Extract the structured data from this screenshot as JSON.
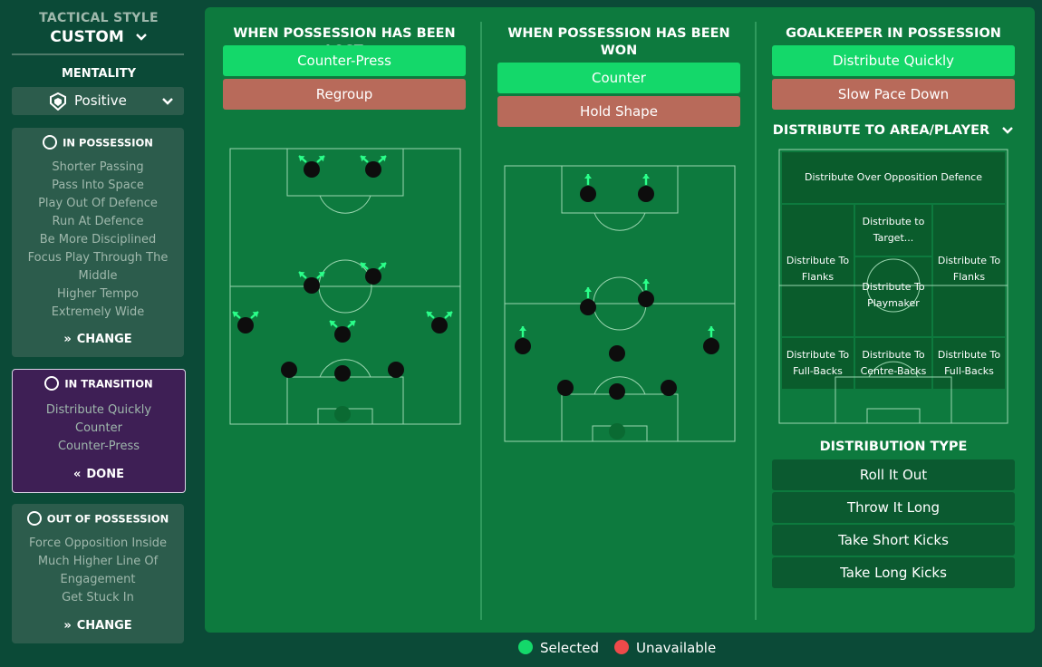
{
  "sidebar": {
    "tactical_style_label": "TACTICAL STYLE",
    "tactical_style_value": "CUSTOM",
    "mentality_label": "MENTALITY",
    "mentality_value": "Positive",
    "in_possession": {
      "title": "IN POSSESSION",
      "items": [
        "Shorter Passing",
        "Pass Into Space",
        "Play Out Of Defence",
        "Run At Defence",
        "Be More Disciplined",
        "Focus Play Through The",
        "Middle",
        "Higher Tempo",
        "Extremely Wide"
      ],
      "action": "CHANGE"
    },
    "in_transition": {
      "title": "IN TRANSITION",
      "items": [
        "Distribute Quickly",
        "Counter",
        "Counter-Press"
      ],
      "action": "DONE"
    },
    "out_of_possession": {
      "title": "OUT OF POSSESSION",
      "items": [
        "Force Opposition Inside",
        "Much Higher Line Of",
        "Engagement",
        "Get Stuck In"
      ],
      "action": "CHANGE"
    }
  },
  "lost": {
    "title": "WHEN POSSESSION HAS BEEN LOST",
    "options": [
      "Counter-Press",
      "Regroup"
    ]
  },
  "won": {
    "title_line1": "WHEN POSSESSION HAS BEEN",
    "title_line2": "WON",
    "options": [
      "Counter",
      "Hold Shape"
    ]
  },
  "goalkeeper": {
    "title": "GOALKEEPER IN POSSESSION",
    "options": [
      "Distribute Quickly",
      "Slow Pace Down"
    ],
    "distribute_title": "DISTRIBUTE TO AREA/PLAYER",
    "areas": {
      "over_defence": "Distribute Over Opposition Defence",
      "target_line1": "Distribute to",
      "target_line2": "Target...",
      "flanks_left_1": "Distribute To",
      "flanks_left_2": "Flanks",
      "flanks_right_1": "Distribute To",
      "flanks_right_2": "Flanks",
      "playmaker_1": "Distribute To",
      "playmaker_2": "Playmaker",
      "fullbacks_left_1": "Distribute To",
      "fullbacks_left_2": "Full-Backs",
      "centrebacks_1": "Distribute To",
      "centrebacks_2": "Centre-Backs",
      "fullbacks_right_1": "Distribute To",
      "fullbacks_right_2": "Full-Backs"
    },
    "distribution_type_title": "DISTRIBUTION TYPE",
    "distribution_types": [
      "Roll It Out",
      "Throw It Long",
      "Take Short Kicks",
      "Take Long Kicks"
    ]
  },
  "legend": {
    "selected": "Selected",
    "unavailable": "Unavailable"
  },
  "colors": {
    "selected": "#14d86a",
    "unavailable": "#ee4a4a",
    "arrow": "#2bff8a"
  },
  "icons": [
    "chevron-down-icon",
    "shield-icon",
    "football-icon",
    "transition-icon",
    "double-chevron-right-icon",
    "double-chevron-left-icon",
    "defence-icon",
    "player-icon",
    "arrow-icon"
  ]
}
